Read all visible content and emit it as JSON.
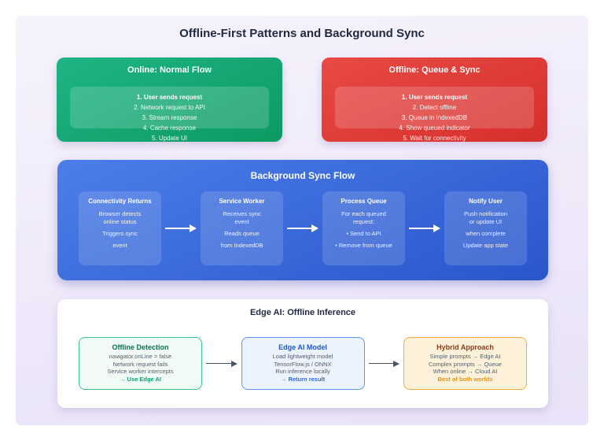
{
  "page": {
    "title": "Offline-First Patterns and Background Sync"
  },
  "colors": {
    "canvas_bg_top": "#f6f3fc",
    "canvas_bg_bottom": "#e9e2f8",
    "online_green": "#14a873",
    "offline_red": "#df3c38",
    "sync_blue": "#3a6ada",
    "edge_green_border": "#3ec28f",
    "edge_blue_border": "#5e96f5",
    "edge_orange_border": "#f3aa42",
    "title_text": "#1f2940"
  },
  "cards": {
    "online": {
      "title": "Online: Normal Flow",
      "steps": [
        "1. User sends request",
        "2. Network request to API",
        "3. Stream response",
        "4. Cache response",
        "5. Update UI"
      ]
    },
    "offline": {
      "title": "Offline: Queue & Sync",
      "steps": [
        "1. User sends request",
        "2. Detect offline",
        "3. Queue in IndexedDB",
        "4. Show queued indicator",
        "5. Wait for connectivity"
      ]
    }
  },
  "sync_flow": {
    "title": "Background Sync Flow",
    "boxes": [
      {
        "title": "Connectivity Returns",
        "lines": [
          "Browser detects",
          "online status",
          "Triggers sync",
          "event"
        ]
      },
      {
        "title": "Service Worker",
        "lines": [
          "Receives sync",
          "event",
          "Reads queue",
          "from IndexedDB"
        ]
      },
      {
        "title": "Process Queue",
        "lines": [
          "For each queued",
          "request:",
          "• Send to API",
          "• Remove from queue"
        ]
      },
      {
        "title": "Notify User",
        "lines": [
          "Push notification",
          "or update UI",
          "when complete",
          "Update app state"
        ]
      }
    ]
  },
  "edge_ai": {
    "title": "Edge AI: Offline Inference",
    "boxes": [
      {
        "title": "Offline Detection",
        "lines": [
          "navigator.onLine = false",
          "Network request fails",
          "Service worker intercepts"
        ],
        "highlight": "→ Use Edge AI"
      },
      {
        "title": "Edge AI Model",
        "lines": [
          "Load lightweight model",
          "TensorFlow.js / ONNX",
          "Run inference locally"
        ],
        "highlight": "→ Return result"
      },
      {
        "title": "Hybrid Approach",
        "lines": [
          "Simple prompts → Edge AI",
          "Complex prompts → Queue",
          "When online → Cloud AI"
        ],
        "highlight": "Best of both worlds"
      }
    ]
  }
}
